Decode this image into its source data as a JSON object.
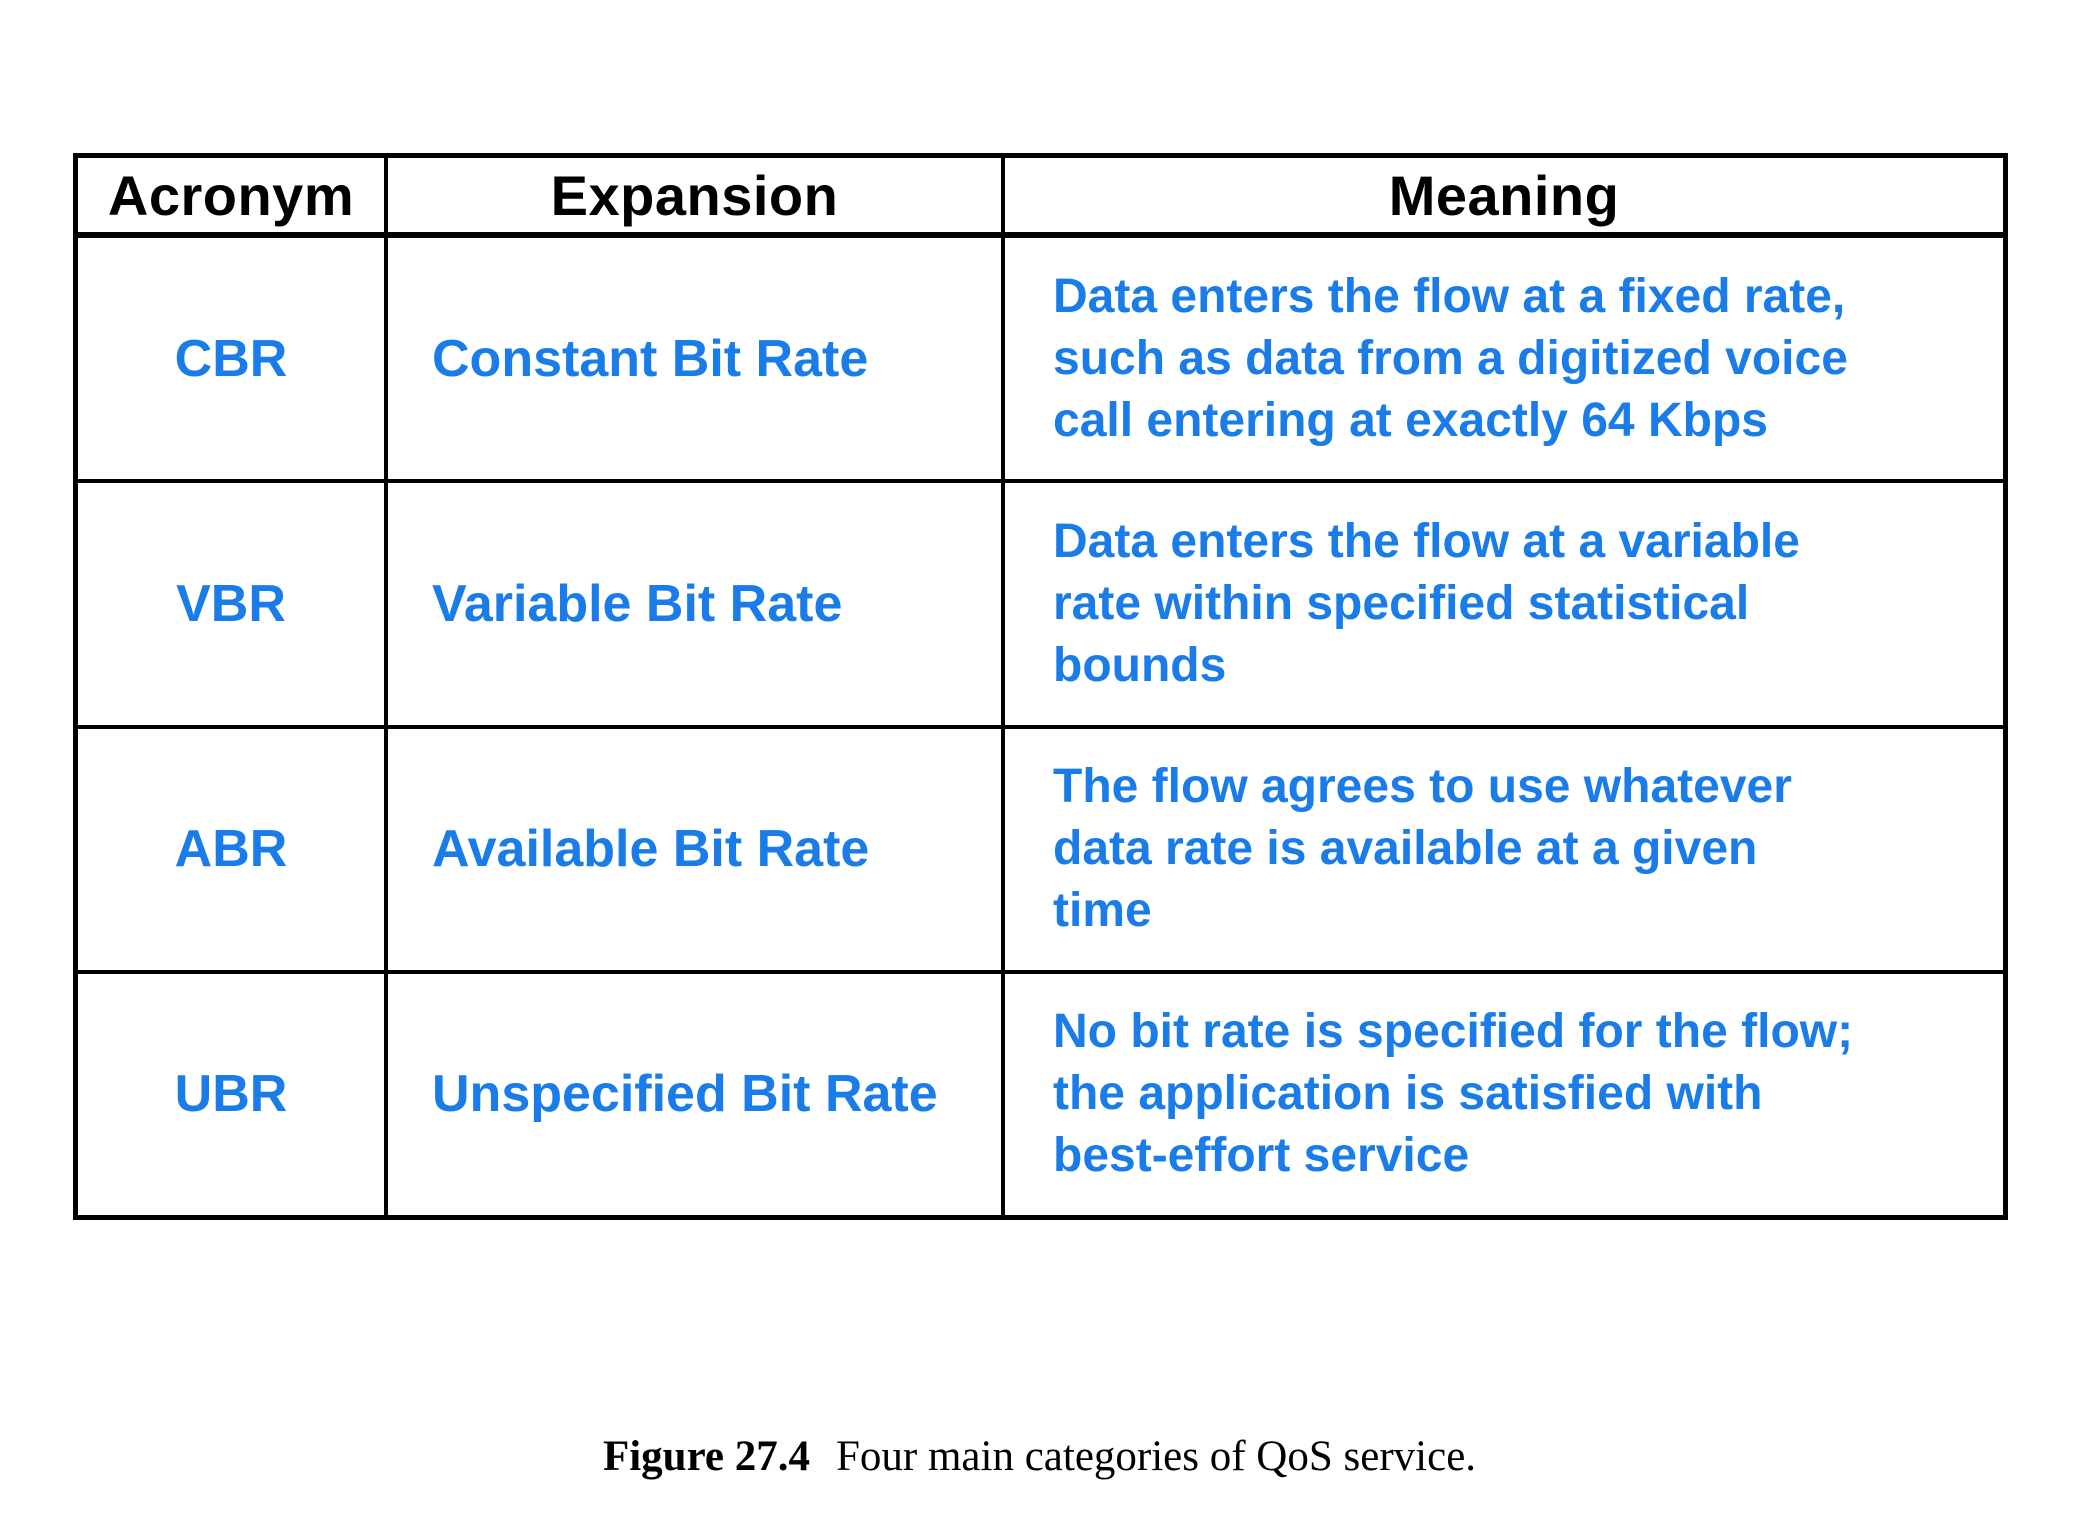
{
  "colors": {
    "accent_blue": "#1a7ce8",
    "border_black": "#000000",
    "background": "#ffffff"
  },
  "table": {
    "columns": [
      "Acronym",
      "Expansion",
      "Meaning"
    ],
    "rows": [
      {
        "acronym": "CBR",
        "expansion": "Constant Bit Rate",
        "meaning_lines": [
          "Data enters the flow at a fixed rate,",
          "such as data from a digitized voice",
          "call entering at exactly 64 Kbps"
        ]
      },
      {
        "acronym": "VBR",
        "expansion": "Variable Bit Rate",
        "meaning_lines": [
          "Data enters the flow at a variable",
          "rate within specified statistical",
          "bounds"
        ]
      },
      {
        "acronym": "ABR",
        "expansion": "Available Bit Rate",
        "meaning_lines": [
          "The flow agrees to use whatever",
          "data rate is available at a given",
          "time"
        ]
      },
      {
        "acronym": "UBR",
        "expansion": "Unspecified Bit Rate",
        "meaning_lines": [
          "No bit rate is specified for the flow;",
          "the application is satisfied with",
          "best-effort service"
        ]
      }
    ]
  },
  "caption": {
    "label": "Figure 27.4",
    "text": "Four main categories of QoS service."
  }
}
